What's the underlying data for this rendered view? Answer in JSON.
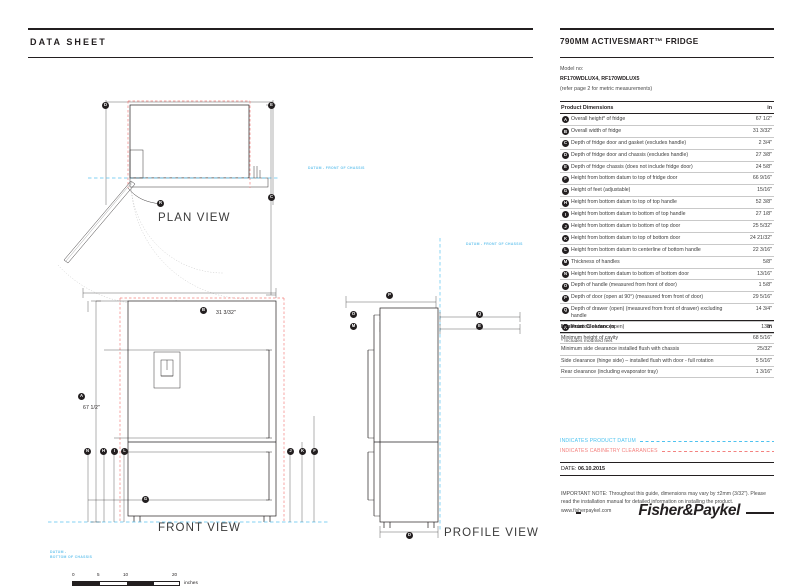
{
  "sheet": {
    "title": "DATA SHEET",
    "product_title": "790MM ACTIVESMART™ FRIDGE",
    "model_label": "Model no:",
    "model_numbers": "RF170WDLUX4, RF170WDLUX5",
    "metric_note": "(refer page 2 for metric measurements)"
  },
  "drawing": {
    "view_labels": {
      "plan": "PLAN VIEW",
      "front": "FRONT VIEW",
      "profile": "PROFILE VIEW"
    },
    "datum_labels": {
      "plan": "DATUM - FRONT OF CHASSIS",
      "profile": "DATUM - FRONT OF CHASSIS",
      "bottom": "DATUM -\nBOTTOM OF CHASSIS"
    },
    "dimension_callouts": {
      "overall_width": "31 3/32\"",
      "overall_height": "67 1/2\""
    },
    "scale": {
      "ticks": [
        "0",
        "5",
        "10",
        "20"
      ],
      "unit": "inches"
    },
    "markers": [
      "A",
      "B",
      "C",
      "D",
      "E",
      "F",
      "G",
      "H",
      "I",
      "J",
      "K",
      "L",
      "M",
      "N",
      "O",
      "P",
      "Q",
      "R"
    ]
  },
  "tables": {
    "dimensions": {
      "header": "Product Dimensions",
      "unit_header": "in",
      "rows": [
        {
          "mark": "A",
          "desc": "Overall height* of fridge",
          "value": "67 1/2\""
        },
        {
          "mark": "B",
          "desc": "Overall width of fridge",
          "value": "31 3/32\""
        },
        {
          "mark": "C",
          "desc": "Depth of fridge door and gasket (excludes handle)",
          "value": "2 3/4\""
        },
        {
          "mark": "D",
          "desc": "Depth of fridge door and chassis (excludes handle)",
          "value": "27 3/8\""
        },
        {
          "mark": "E",
          "desc": "Depth of fridge chassis (does not include fridge door)",
          "value": "24 5/8\""
        },
        {
          "mark": "F",
          "desc": "Height from bottom datum to top of fridge door",
          "value": "66 9/16\""
        },
        {
          "mark": "G",
          "desc": "Height of feet (adjustable)",
          "value": "15/16\""
        },
        {
          "mark": "H",
          "desc": "Height from bottom datum to top of top handle",
          "value": "52 3/8\""
        },
        {
          "mark": "I",
          "desc": "Height from bottom datum to bottom of top handle",
          "value": "27 1/8\""
        },
        {
          "mark": "J",
          "desc": "Height from bottom datum to bottom of top door",
          "value": "25 5/32\""
        },
        {
          "mark": "K",
          "desc": "Height from bottom datum to top of bottom door",
          "value": "24 21/32\""
        },
        {
          "mark": "L",
          "desc": "Height from bottom datum to centerline of bottom handle",
          "value": "22 3/16\""
        },
        {
          "mark": "M",
          "desc": "Thickness of handles",
          "value": "5/8\""
        },
        {
          "mark": "N",
          "desc": "Height from bottom datum to bottom of bottom door",
          "value": "13/16\""
        },
        {
          "mark": "O",
          "desc": "Depth of handle (measured from front of door)",
          "value": "1 5/8\""
        },
        {
          "mark": "P",
          "desc": "Depth of door (open at 90°) (measured from front of door)",
          "value": "29 5/16\""
        },
        {
          "mark": "Q",
          "desc": "Depth of drawer (open) (measured from front of drawer) excluding handle",
          "value": "14 3/4\""
        },
        {
          "mark": "R",
          "desc": "Rotation of door (open)",
          "value": "138°"
        }
      ],
      "footnote": "* Includes mounted feet"
    },
    "clearances": {
      "header": "Minimum Clearances",
      "unit_header": "in",
      "rows": [
        {
          "mark": "",
          "desc": "Minimum height of cavity",
          "value": "68 5/16\""
        },
        {
          "mark": "",
          "desc": "Minimum side clearance installed flush with chassis",
          "value": "25/32\""
        },
        {
          "mark": "",
          "desc": "Side clearance (hinge side) – installed flush with door - full rotation",
          "value": "5 5/16\""
        },
        {
          "mark": "",
          "desc": "Rear clearance (including evaporator tray)",
          "value": "1 3/16\""
        }
      ]
    }
  },
  "legend": {
    "datum": "INDICATES PRODUCT DATUM",
    "cabinetry": "INDICATES CABINETRY CLEARANCES",
    "datum_color": "#4ec3f0",
    "cabinetry_color": "#f4827f"
  },
  "date": {
    "label": "DATE:",
    "value": "06.10.2015"
  },
  "important_note": "IMPORTANT NOTE: Throughout this guide, dimensions may vary by ±2mm (3/32\"). Please read the installation manual for detailed information on installing the product. www.fisherpaykel.com",
  "brand": {
    "name": "Fisher&Paykel"
  }
}
